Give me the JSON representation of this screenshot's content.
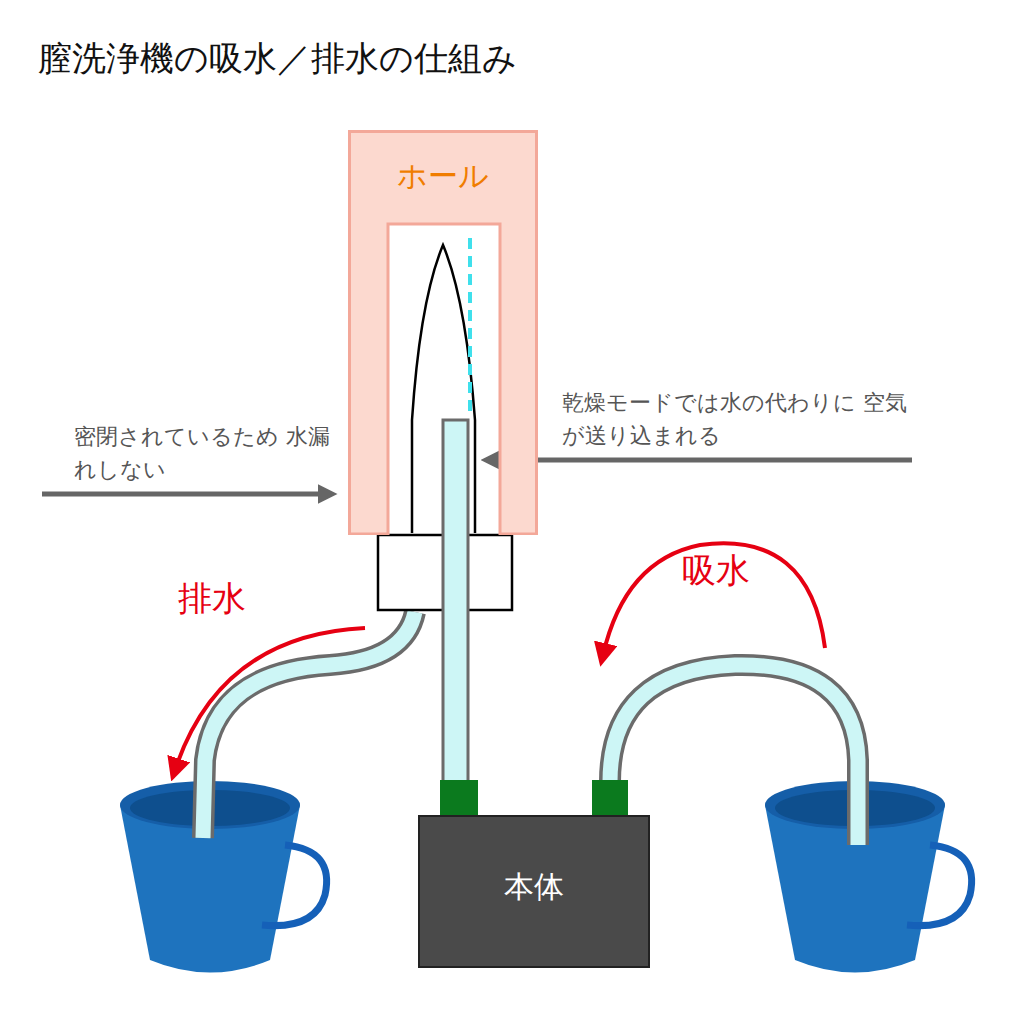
{
  "diagram": {
    "title": "膣洗浄機の吸水／排水の仕組み",
    "nodes": [
      {
        "text": [
          "ホール"
        ]
      },
      {
        "text": [
          "本体"
        ]
      }
    ],
    "labels": [
      "密閉されているため 水漏れしない",
      "乾燥モードでは水の代わりに 空気が送り込まれる",
      "排水",
      "吸水"
    ]
  }
}
